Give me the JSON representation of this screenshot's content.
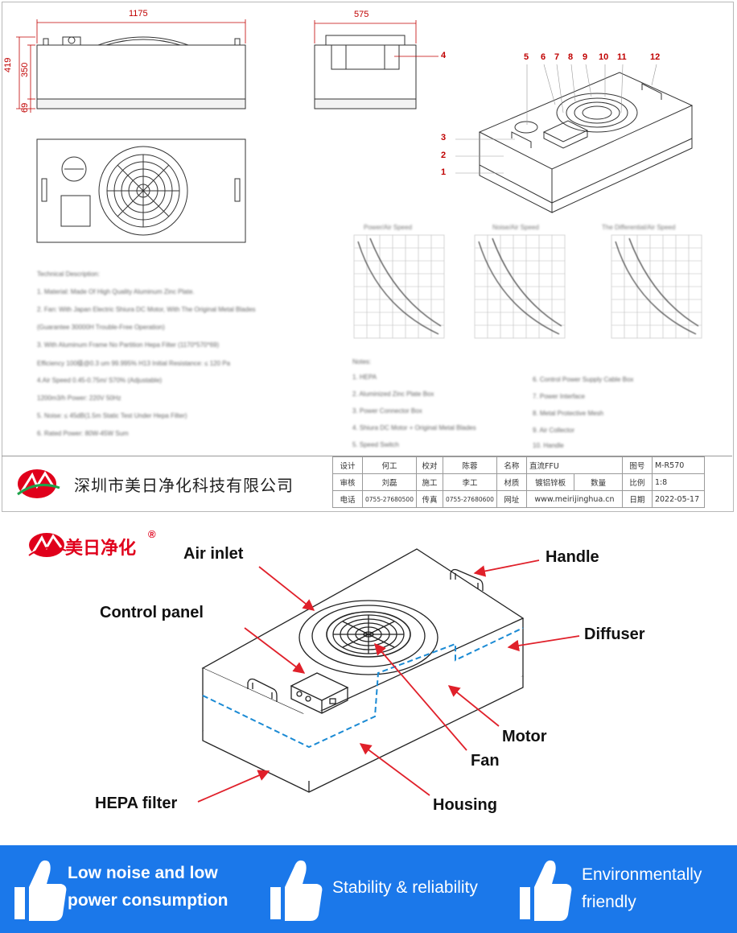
{
  "drawing": {
    "dims": {
      "width_front": "1175",
      "width_side": "575",
      "height_total": "419",
      "height_box": "350",
      "height_filter": "69"
    },
    "callouts": [
      "1",
      "2",
      "3",
      "4",
      "5",
      "6",
      "7",
      "8",
      "9",
      "10",
      "11",
      "12"
    ],
    "tech_lines": [
      "Technical Description:",
      "1. Material: Made Of High Quality Aluminum Zinc Plate.",
      "2. Fan: With Japan Electric Shiura DC Motor, With The Original Metal Blades",
      "(Guarantee 30000H Trouble-Free Operation)",
      "3. With Aluminum Frame No Partition Hepa Filter (1170*570*69)",
      "Efficiency 100级@0.3 um 99.995% H13 Initial Resistance: ≤ 120 Pa",
      "4.Air Speed 0.45-0.75m/ S70% (Adjustable)",
      "1200m3/h Power: 220V 50Hz",
      "5. Noise: ≤ 45dB(1.5m Static Test Under Hepa Filter)",
      "6. Rated Power: 80W-45W  Sum"
    ],
    "chart_titles": [
      "Power/Air Speed",
      "Noise/Air Speed",
      "The Differential/Air Speed"
    ],
    "notes_title": "Notes:",
    "notes_left": [
      "1. HEPA",
      "2. Aluminized Zinc Plate Box",
      "3. Power Connector Box",
      "4. Shiura DC Motor + Original Metal Blades",
      "5. Speed Switch"
    ],
    "notes_right": [
      "6. Control Power Supply Cable Box",
      "7. Power Interface",
      "8. Metal Protective Mesh",
      "9. Air Collector",
      "10. Handle"
    ],
    "title_block": {
      "company": "深圳市美日净化科技有限公司",
      "rows": [
        [
          "设计",
          "何工",
          "校对",
          "陈蓉",
          "名称",
          "直流FFU",
          "",
          "图号",
          "M-R570"
        ],
        [
          "审核",
          "刘磊",
          "施工",
          "李工",
          "材质",
          "镀铝锌板",
          "数量",
          "比例",
          "1:8"
        ],
        [
          "电话",
          "0755-27680500",
          "传真",
          "0755-27680600",
          "网址",
          "www.meirijinghua.cn",
          "",
          "日期",
          "2022-05-17"
        ]
      ]
    }
  },
  "diagram": {
    "brand": "美日净化",
    "brand_mark": "®",
    "labels": {
      "air_inlet": "Air inlet",
      "handle": "Handle",
      "control_panel": "Control panel",
      "diffuser": "Diffuser",
      "motor": "Motor",
      "fan": "Fan",
      "hepa_filter": "HEPA filter",
      "housing": "Housing"
    },
    "line_color": "#e0202a",
    "dash_color": "#1a8ad4"
  },
  "banner": {
    "bg": "#1b78ea",
    "features": [
      {
        "line1": "Low noise and low",
        "line2": "power consumption"
      },
      {
        "line1": "Stability & reliability",
        "line2": ""
      },
      {
        "line1": "Environmentally",
        "line2": "friendly"
      }
    ]
  }
}
